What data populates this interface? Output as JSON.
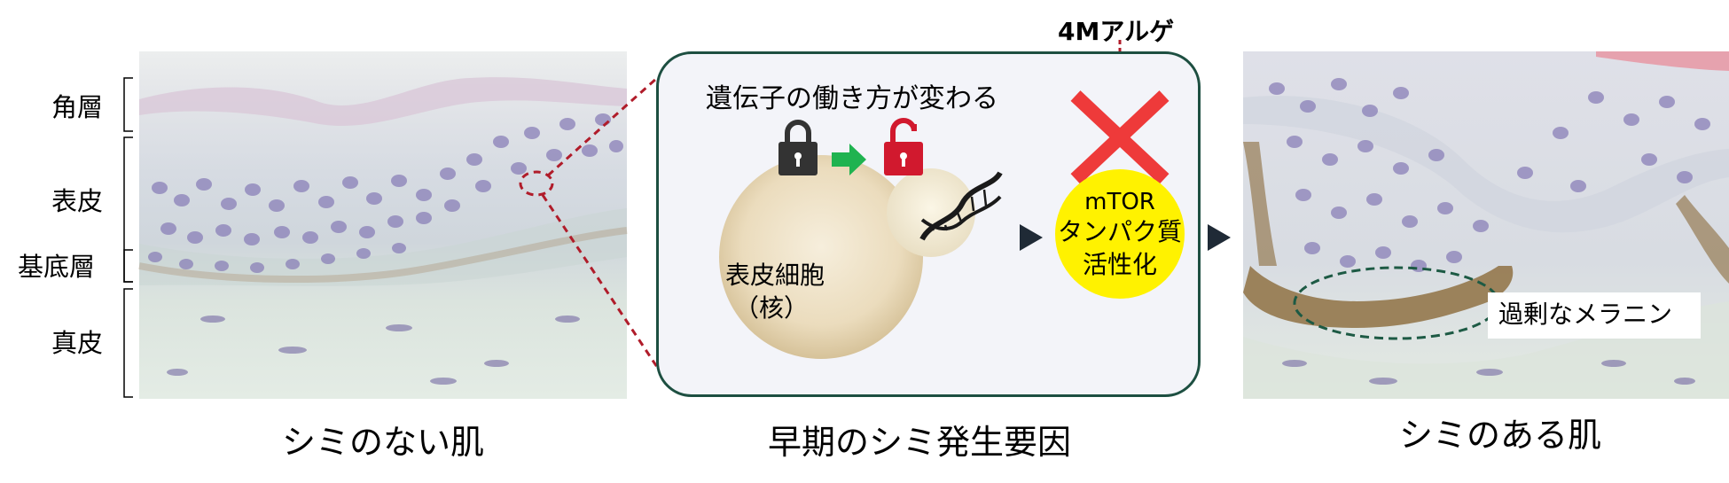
{
  "layer_labels": {
    "stratum_corneum": "角層",
    "epidermis": "表皮",
    "basal_layer": "基底層",
    "dermis": "真皮"
  },
  "panels": {
    "left_caption": "シミのない肌",
    "center_caption": "早期のシミ発生要因",
    "right_caption": "シミのある肌"
  },
  "center": {
    "gene_text": "遺伝子の働き方が変わる",
    "cell_label_line1": "表皮細胞",
    "cell_label_line2": "（核）",
    "inhibitor": "4Mアルゲ",
    "protein_line1": "mTOR",
    "protein_line2": "タンパク質",
    "protein_line3": "活性化"
  },
  "right": {
    "excess_melanin": "過剰なメラニン"
  },
  "colors": {
    "frame_green": "#1d4f41",
    "dashed_red": "#b01c2a",
    "cross_red": "#ee3a3a",
    "lock_red": "#d1192e",
    "lock_dark": "#333333",
    "arrow_green": "#1fb350",
    "protein_yellow": "#fff200",
    "arrow_navy": "#1f2a36",
    "melanin_dashed": "#1d5a44"
  },
  "icons": [
    "locked-padlock-icon",
    "green-arrow-icon",
    "unlocked-padlock-icon",
    "dna-icon",
    "cross-icon",
    "triangle-arrow-icon"
  ]
}
